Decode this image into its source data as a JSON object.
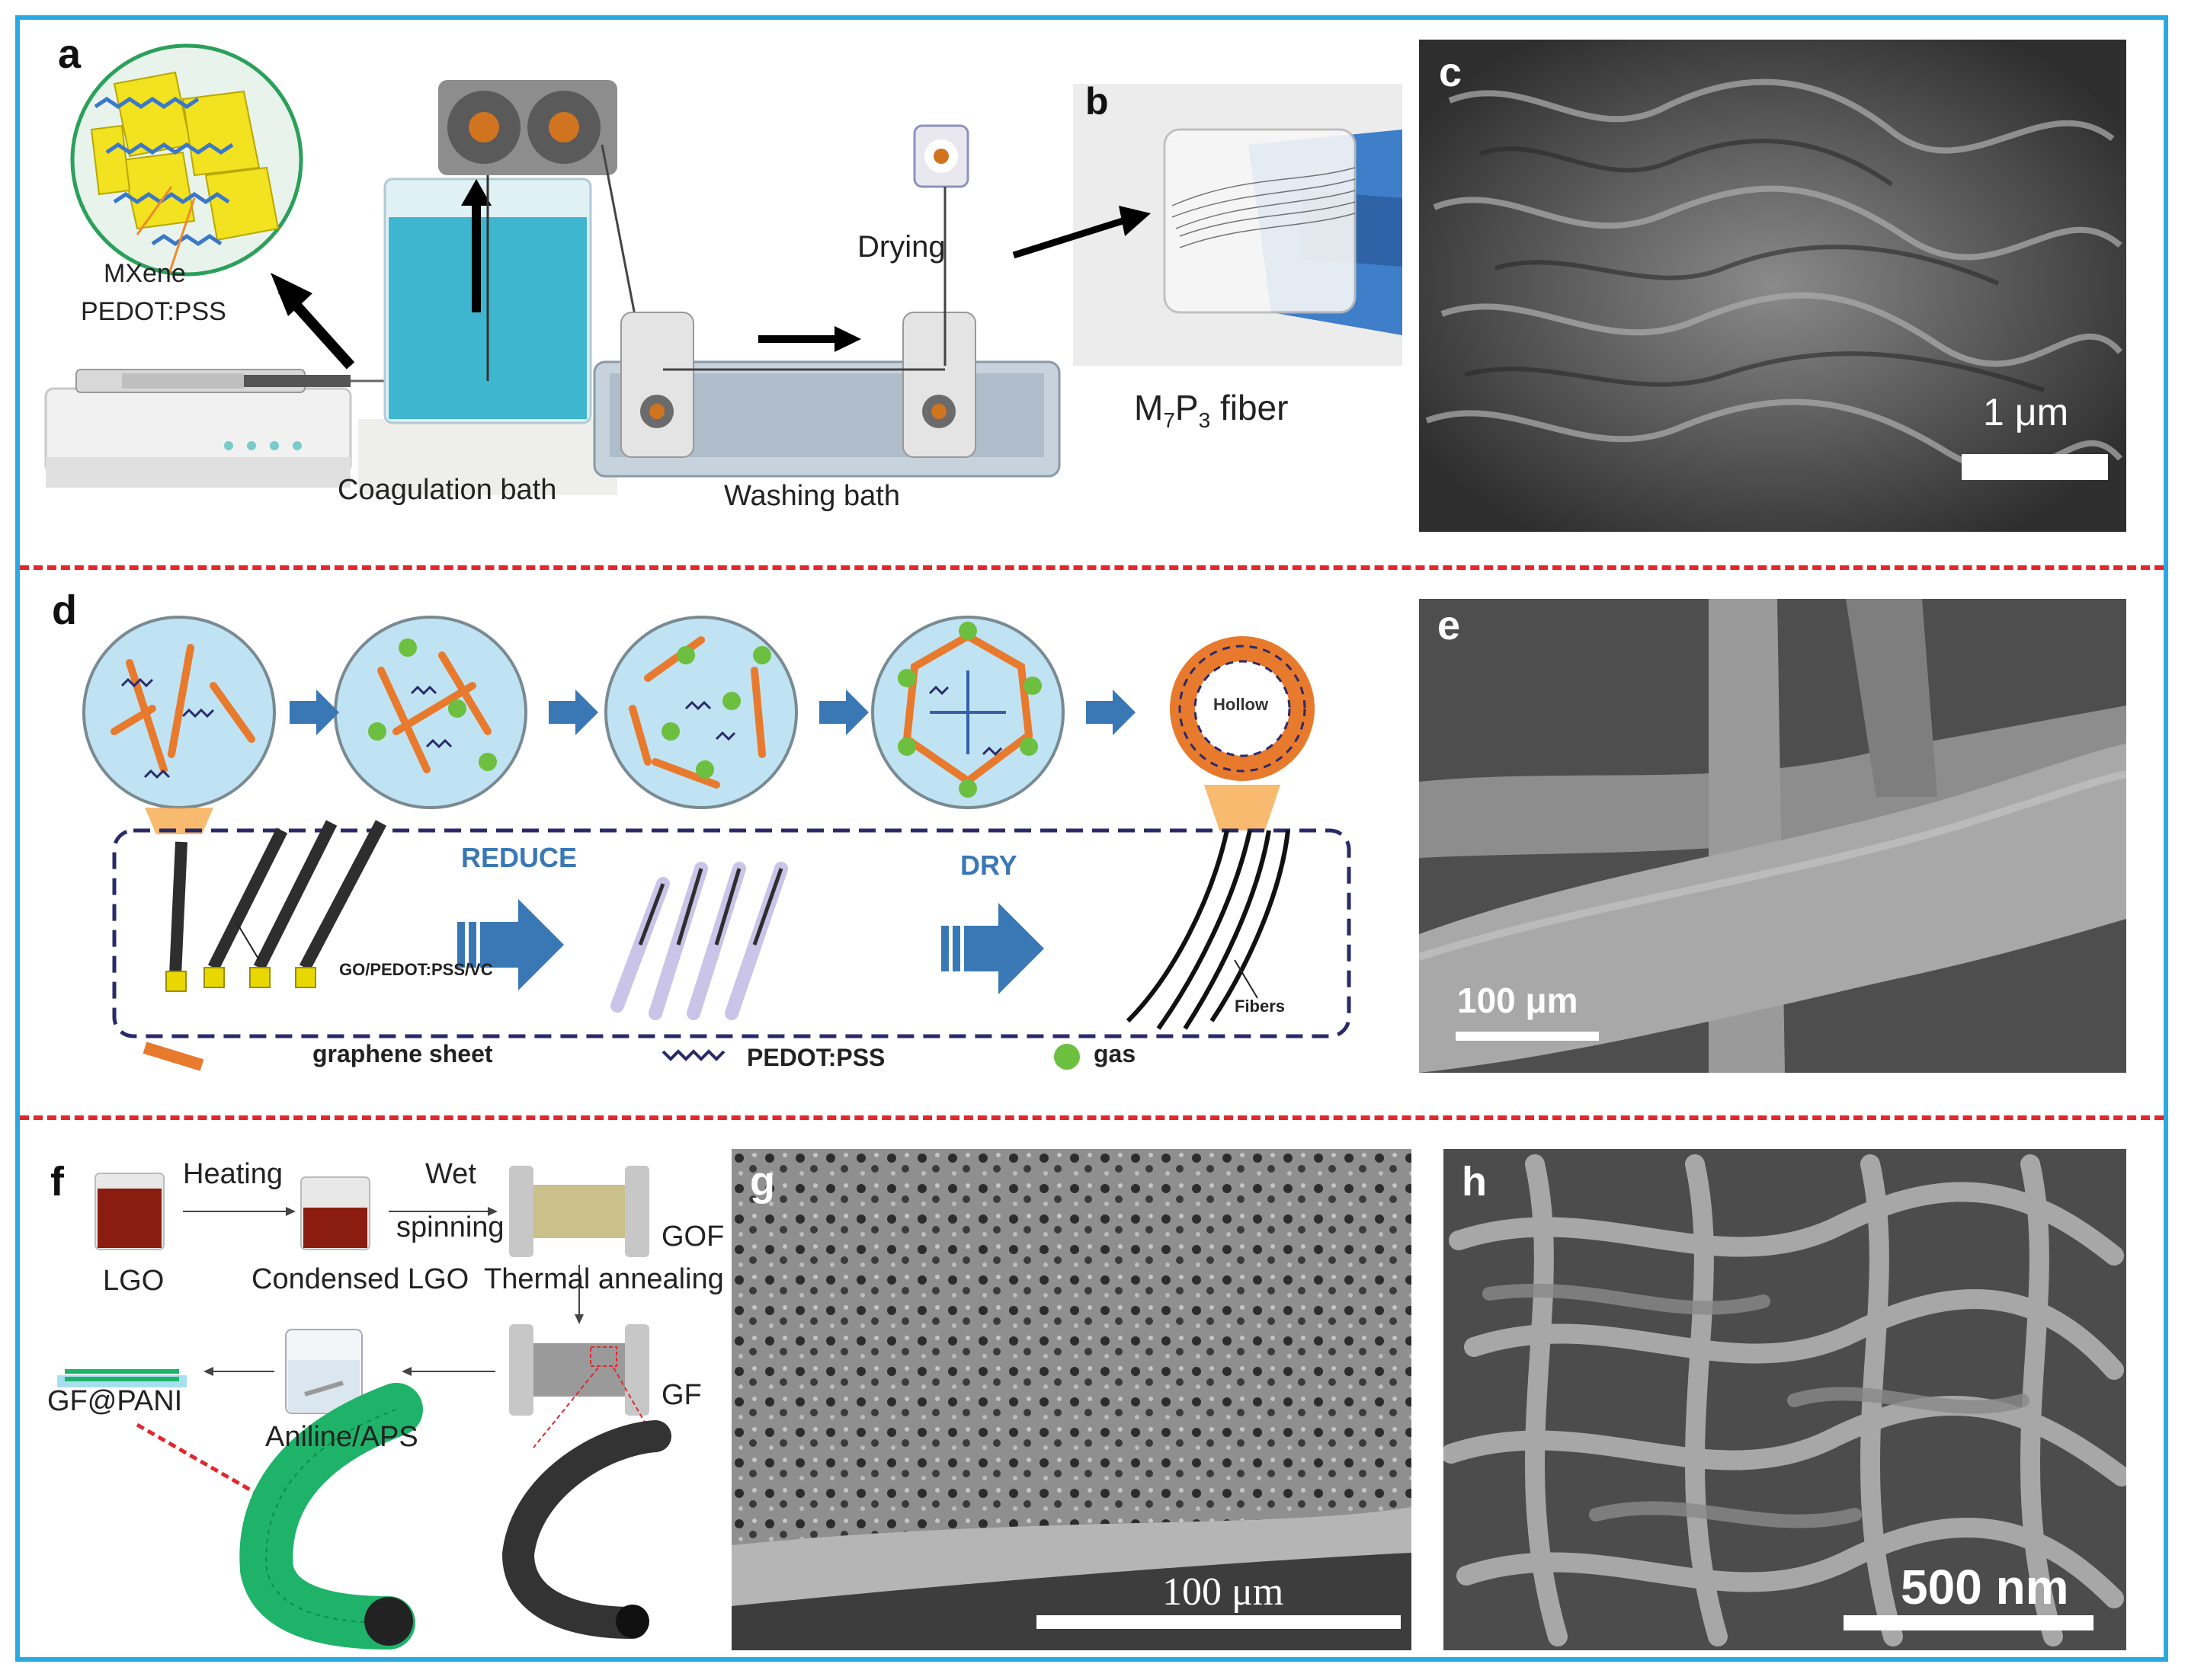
{
  "panels": {
    "a": {
      "label": "a",
      "mxene": "MXene",
      "pedot": "PEDOT:PSS",
      "coag": "Coagulation bath",
      "wash": "Washing bath",
      "drying": "Drying"
    },
    "b": {
      "label": "b",
      "fiber_main": "M",
      "sub1": "7",
      "p": "P",
      "sub2": "3",
      "fiber_rest": " fiber"
    },
    "c": {
      "label": "c",
      "scale": "1 μm"
    },
    "d": {
      "label": "d",
      "hollow": "Hollow",
      "reduce": "REDUCE",
      "dry": "DRY",
      "go": "GO/PEDOT:PSS/VC",
      "fibers": "Fibers",
      "leg_graphene": "graphene sheet",
      "leg_pedot": "PEDOT:PSS",
      "leg_gas": "gas"
    },
    "e": {
      "label": "e",
      "scale": "100 μm"
    },
    "f": {
      "label": "f",
      "heating": "Heating",
      "wet": "Wet",
      "spinning": "spinning",
      "gof": "GOF",
      "lgo": "LGO",
      "condensed": "Condensed LGO",
      "thermal": "Thermal annealing",
      "gf": "GF",
      "gfpani": "GF@PANI",
      "aniline": "Aniline/APS"
    },
    "g": {
      "label": "g",
      "scale": "100 μm"
    },
    "h": {
      "label": "h",
      "scale": "500 nm"
    }
  },
  "colors": {
    "frame": "#29a9e1",
    "divider": "#e0282d",
    "graphene": "#e87a2e",
    "pedot": "#2a2a6a",
    "gas": "#6cbf3f",
    "arrow": "#3a78b5",
    "pani": "#1fb36a"
  }
}
